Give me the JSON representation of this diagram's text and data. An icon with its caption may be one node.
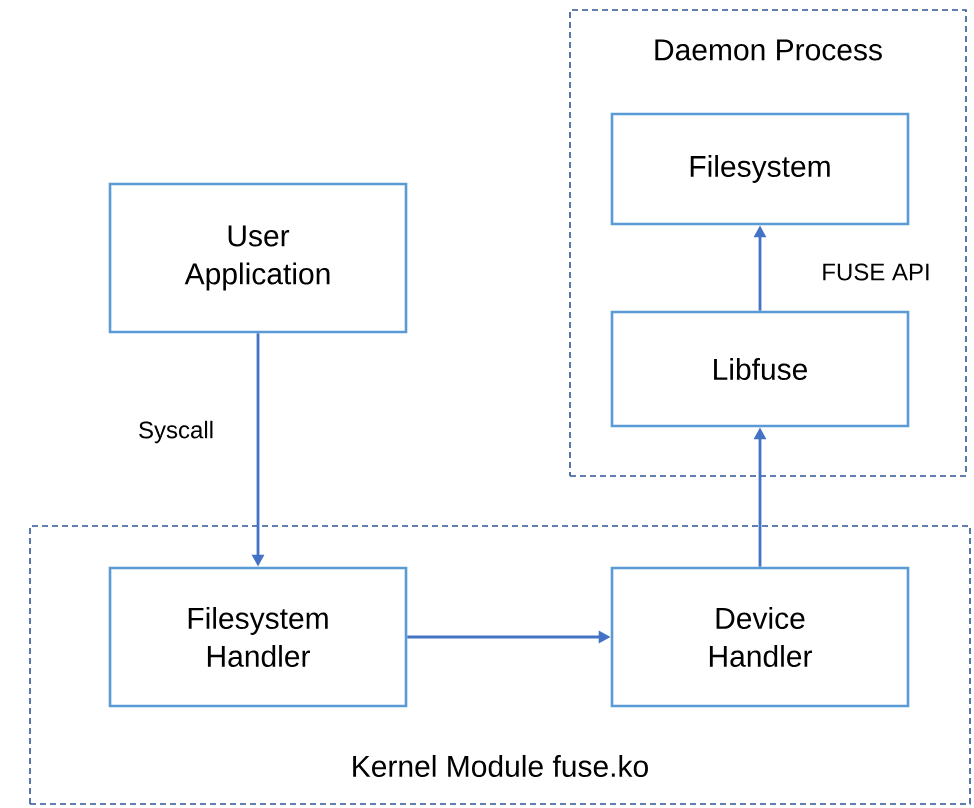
{
  "diagram": {
    "nodes": [
      {
        "text": [
          "Daemon Process"
        ]
      },
      {
        "text": [
          "Filesystem"
        ],
        "in": 0
      },
      {
        "text": [
          "Libfuse"
        ],
        "in": 0
      },
      {
        "text": [
          "User Application"
        ]
      },
      {
        "text": [
          "Kernel Module fuse.ko"
        ]
      },
      {
        "text": [
          "Filesystem Handler"
        ],
        "in": 4
      },
      {
        "text": [
          "Device Handler"
        ],
        "in": 4
      }
    ],
    "edges": [
      {
        "from": 3,
        "to": 5,
        "arrow": "to",
        "label": "Syscall"
      },
      {
        "from": 5,
        "to": 6,
        "arrow": "to"
      },
      {
        "from": 6,
        "to": 2,
        "arrow": "to"
      },
      {
        "from": 2,
        "to": 1,
        "arrow": "to",
        "label": "FUSE API"
      }
    ]
  }
}
